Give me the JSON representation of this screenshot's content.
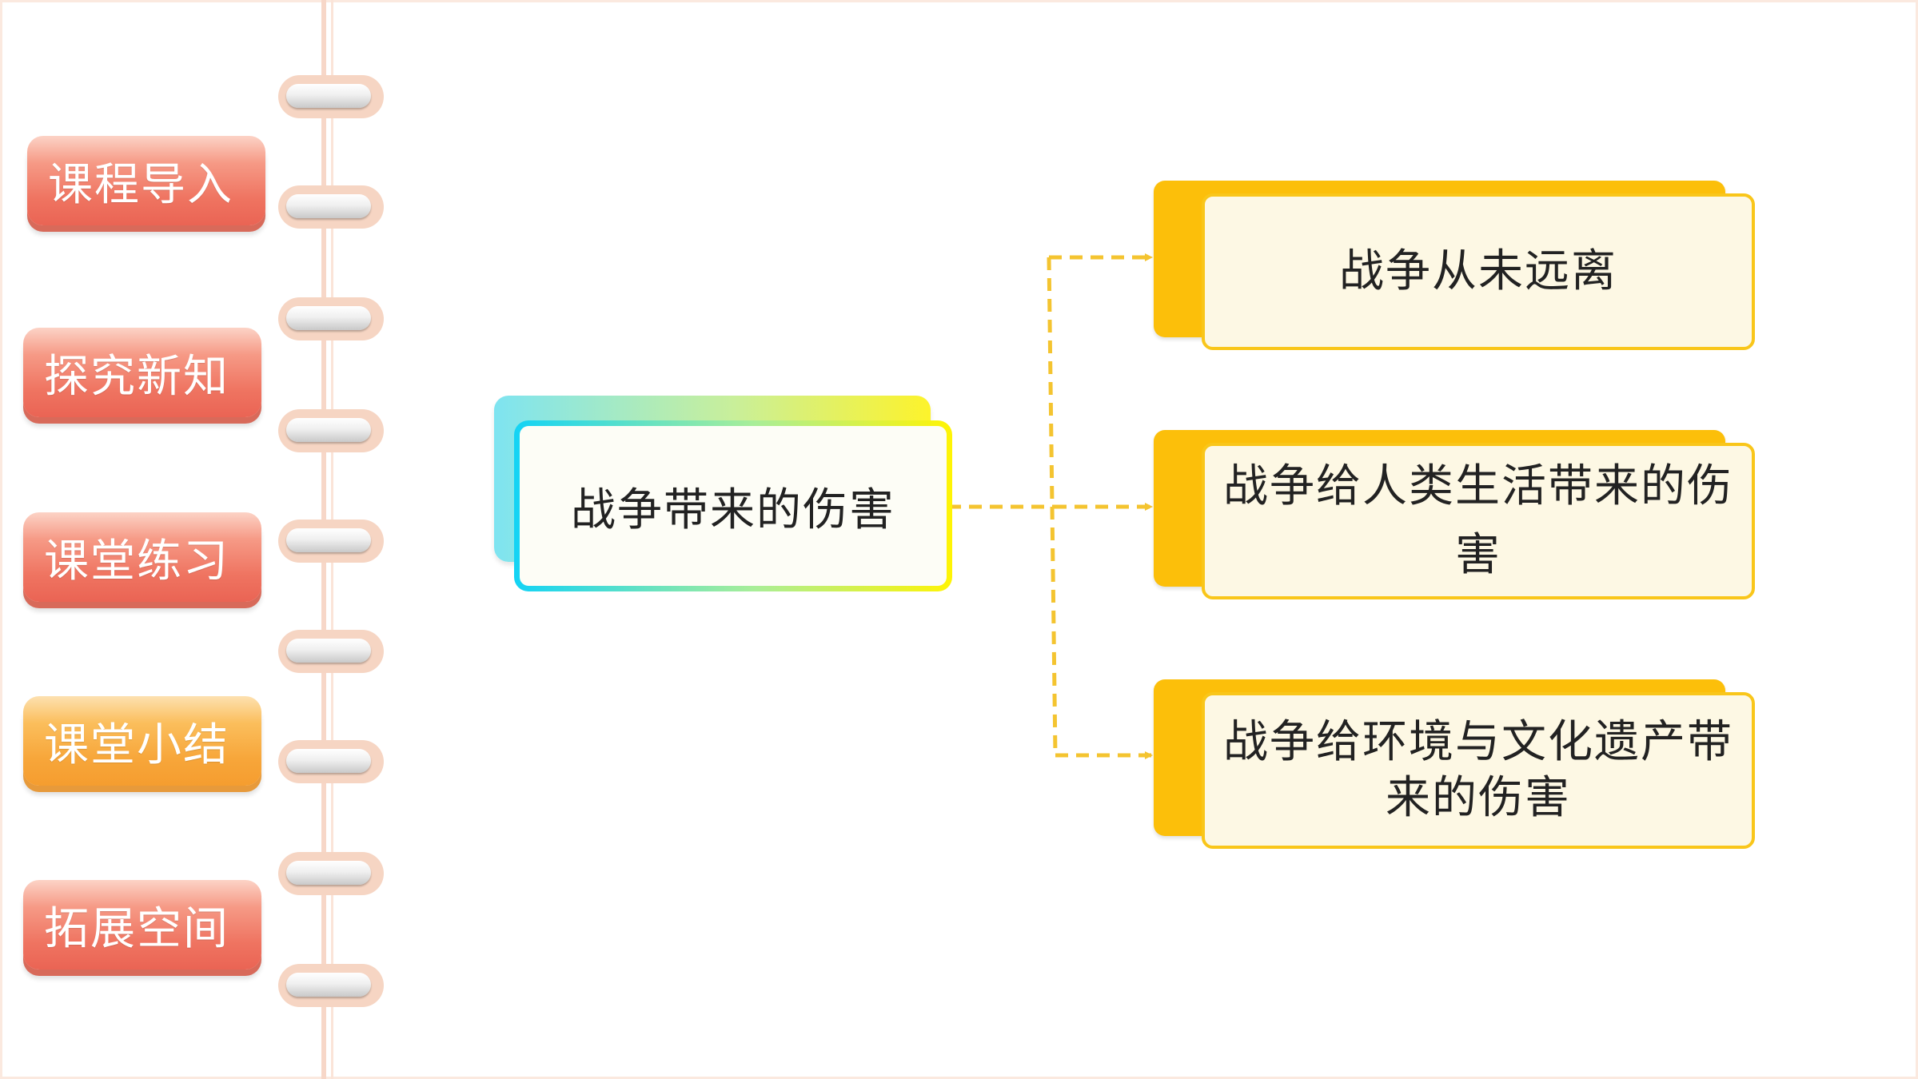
{
  "nav": {
    "items": [
      {
        "label": "课程导入",
        "style": "red"
      },
      {
        "label": "探究新知",
        "style": "red"
      },
      {
        "label": "课堂练习",
        "style": "red"
      },
      {
        "label": "课堂小结",
        "style": "orange"
      },
      {
        "label": "拓展空间",
        "style": "red"
      }
    ]
  },
  "mindmap": {
    "center": "战争带来的伤害",
    "branches": [
      "战争从未远离",
      "战争给人类生活带来的伤害",
      "战争给环境与文化遗产带来的伤害"
    ]
  },
  "colors": {
    "nav_red": "#ef7461",
    "nav_orange": "#f7a63a",
    "branch_gold": "#fcbf0a",
    "branch_fill": "#fdf8e4",
    "connector": "#f4c430",
    "center_border_start": "#13d3f5",
    "center_border_end": "#fff404"
  }
}
